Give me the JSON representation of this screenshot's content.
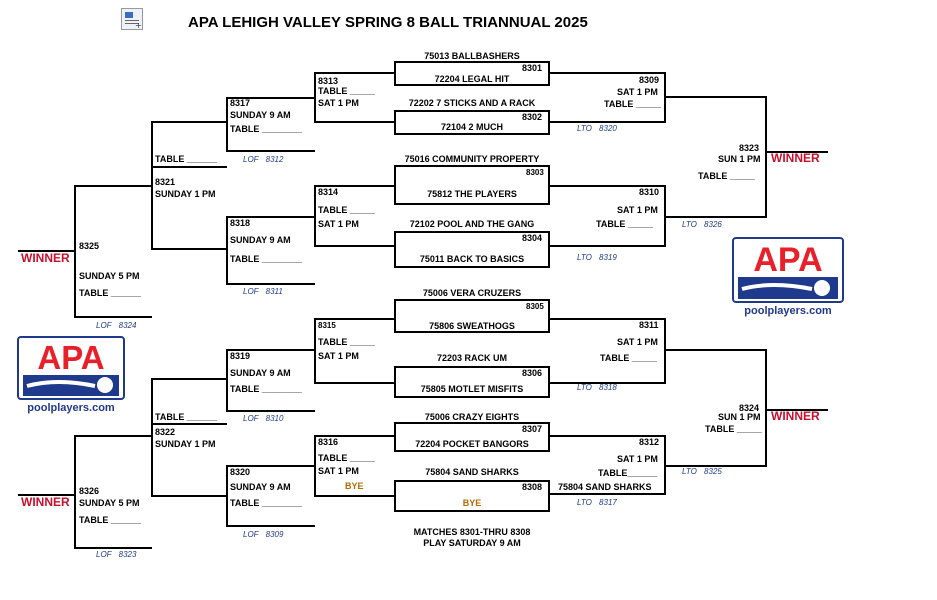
{
  "title": "APA LEHIGH VALLEY SPRING 8 BALL TRIANNUAL 2025",
  "first_round_teams": [
    "75013 BALLBASHERS",
    "72204 LEGAL HIT",
    "72202 7 STICKS AND A RACK",
    "72104 2 MUCH",
    "75016 COMMUNITY PROPERTY",
    "75812 THE PLAYERS",
    "72102 POOL AND THE GANG",
    "75011 BACK TO BASICS",
    "75006 VERA CRUZERS",
    "75806 SWEATHOGS",
    "72203 RACK UM",
    "75805 MOTLET MISFITS",
    "75006 CRAZY EIGHTS",
    "72204 POCKET BANGORS",
    "75804 SAND SHARKS"
  ],
  "bye_label": "BYE",
  "first_round_matches": [
    "8301",
    "8302",
    "8303",
    "8304",
    "8305",
    "8306",
    "8307",
    "8308"
  ],
  "left_second_round": [
    "8313",
    "8314",
    "8315",
    "8316"
  ],
  "right_second_round": [
    "8309",
    "8310",
    "8311",
    "8312"
  ],
  "left_third_round": [
    "8317",
    "8318",
    "8319",
    "8320"
  ],
  "left_quarter": [
    "8321",
    "8322"
  ],
  "left_semi": [
    "8325",
    "8326"
  ],
  "right_final": [
    "8323",
    "8324"
  ],
  "right_advanced_team": "75804 SAND SHARKS",
  "labels": {
    "table": "TABLE",
    "table_blank_short": "TABLE _____",
    "table_blank_mid": "TABLE ______",
    "table_blank_long": "TABLE ________",
    "table_blank_nospace": "TABLE______",
    "sat_1pm": "SAT 1 PM",
    "sun_9am": "SUNDAY 9 AM",
    "sun_1pm": "SUNDAY 1 PM",
    "sun_5pm": "SUNDAY 5 PM",
    "sun_1pm_short": "SUN 1 PM",
    "winner": "WINNER"
  },
  "loser_refs": {
    "lof_8312": "LOF 8312",
    "lof_8311": "LOF 8311",
    "lof_8324": "LOF 8324",
    "lof_8310": "LOF 8310",
    "lof_8309": "LOF 8309",
    "lof_8323": "LOF 8323",
    "lto_8320": "LTO 8320",
    "lto_8319": "LTO 8319",
    "lto_8326": "LTO 8326",
    "lto_8318": "LTO 8318",
    "lto_8317": "LTO 8317",
    "lto_8325": "LTO 8325"
  },
  "footer": {
    "line1": "MATCHES 8301-THRU 8308",
    "line2": "PLAY SATURDAY 9 AM"
  },
  "logo": {
    "text": "APA",
    "site": "poolplayers.com",
    "red": "#e8202a",
    "blue": "#1f3a8c"
  }
}
